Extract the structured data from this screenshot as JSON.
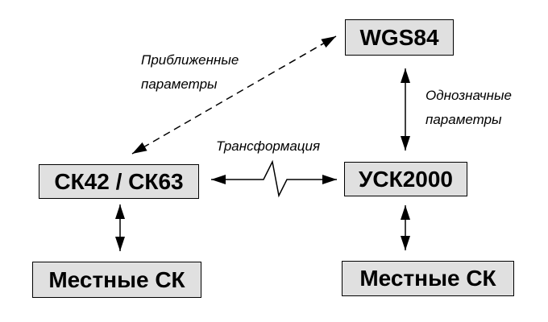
{
  "diagram": {
    "title": "Coordinate systems transformation scheme",
    "colors": {
      "background": "#ffffff",
      "box_fill": "#e0e0e0",
      "box_border": "#000000",
      "arrow": "#000000",
      "text": "#000000"
    },
    "nodes": [
      {
        "id": "wgs84",
        "label": "WGS84"
      },
      {
        "id": "sk42-sk63",
        "label": "СК42 / СК63"
      },
      {
        "id": "usk2000",
        "label": "УСК2000"
      },
      {
        "id": "local-sk-left",
        "label": "Местные СК"
      },
      {
        "id": "local-sk-right",
        "label": "Местные СК"
      }
    ],
    "labels": {
      "approx": {
        "line1": "Приближенные",
        "line2": "параметры"
      },
      "unique": {
        "line1": "Однозначные",
        "line2": "параметры"
      },
      "transform": {
        "text": "Трансформация"
      }
    },
    "edges": [
      {
        "from": "sk42-sk63",
        "to": "wgs84",
        "style": "dashed",
        "bidirectional": true,
        "label": "Приближенные параметры"
      },
      {
        "from": "wgs84",
        "to": "usk2000",
        "style": "solid",
        "bidirectional": true,
        "label": "Однозначные параметры"
      },
      {
        "from": "sk42-sk63",
        "to": "usk2000",
        "style": "solid-broken",
        "bidirectional": true,
        "label": "Трансформация"
      },
      {
        "from": "sk42-sk63",
        "to": "local-sk-left",
        "style": "solid",
        "bidirectional": true,
        "label": ""
      },
      {
        "from": "usk2000",
        "to": "local-sk-right",
        "style": "solid",
        "bidirectional": true,
        "label": ""
      }
    ]
  }
}
